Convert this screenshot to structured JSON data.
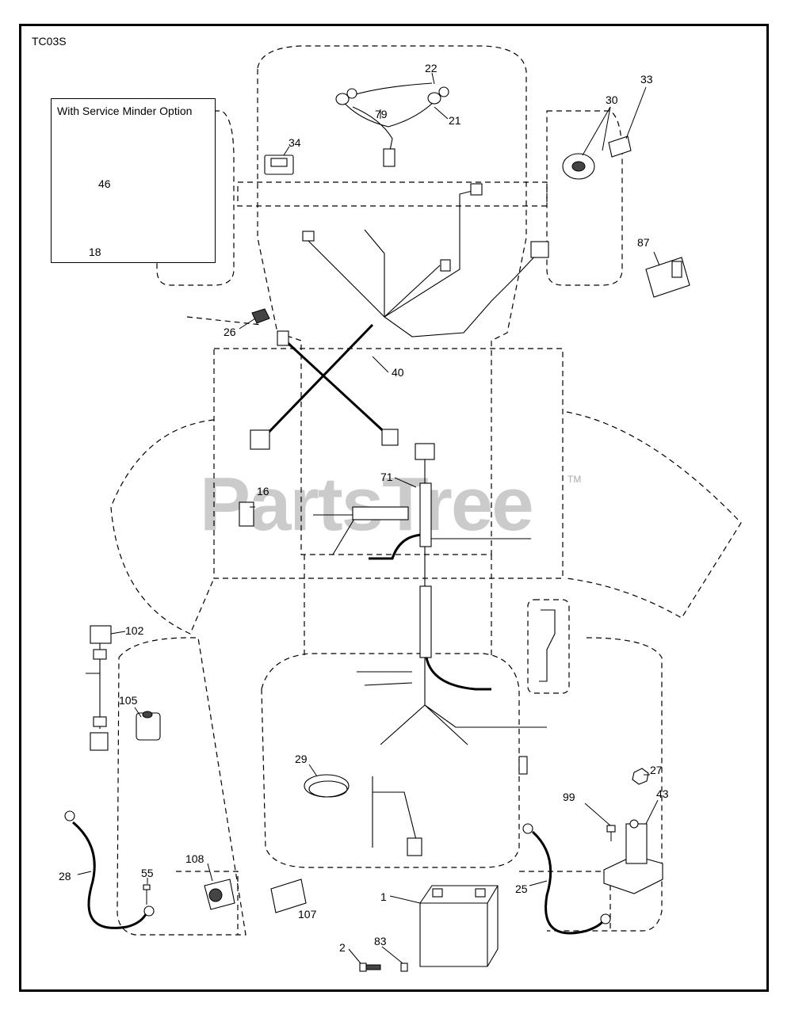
{
  "diagram": {
    "code": "TC03S",
    "option_title": "With Service Minder Option",
    "watermark": "PartsTree",
    "trademark": "TM",
    "labels": {
      "p22": "22",
      "p79": "79",
      "p21": "21",
      "p34": "34",
      "p30": "30",
      "p33": "33",
      "p46": "46",
      "p18": "18",
      "p87": "87",
      "p26": "26",
      "p40": "40",
      "p16": "16",
      "p71": "71",
      "p102": "102",
      "p105": "105",
      "p29": "29",
      "p27": "27",
      "p99": "99",
      "p43": "43",
      "p28": "28",
      "p55": "55",
      "p108": "108",
      "p107": "107",
      "p1": "1",
      "p25": "25",
      "p2": "2",
      "p83": "83"
    }
  }
}
